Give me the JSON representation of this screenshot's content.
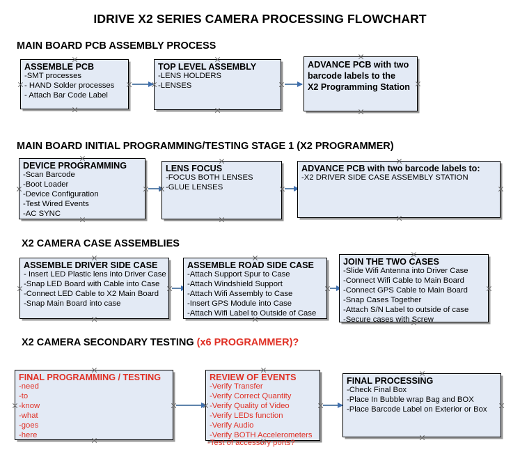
{
  "document": {
    "title": "IDRIVE X2  SERIES CAMERA PROCESSING FLOWCHART"
  },
  "colors": {
    "box_fill": "#e3eaf5",
    "box_border": "#000000",
    "arrow": "#5e83ab",
    "accent_red": "#e03025",
    "text": "#000000"
  },
  "sections": [
    {
      "id": "main-board-pcb-assembly",
      "heading": "MAIN BOARD PCB ASSEMBLY PROCESS",
      "heading_accent": ""
    },
    {
      "id": "main-board-initial-programming",
      "heading": "MAIN BOARD INITIAL PROGRAMMING/TESTING STAGE 1 (X2 PROGRAMMER)",
      "heading_accent": ""
    },
    {
      "id": "x2-camera-case-assemblies",
      "heading": "X2 CAMERA CASE ASSEMBLIES",
      "heading_accent": ""
    },
    {
      "id": "x2-camera-secondary-testing",
      "heading": "X2 CAMERA SECONDARY TESTING ",
      "heading_accent": "(x6 PROGRAMMER)?"
    }
  ],
  "nodes": {
    "assemble_pcb": {
      "title": "ASSEMBLE PCB",
      "lines": [
        "-SMT processes",
        "- HAND Solder processes",
        "- Attach Bar Code Label"
      ]
    },
    "top_level_assembly": {
      "title": "TOP LEVEL ASSEMBLY",
      "lines": [
        "-LENS HOLDERS",
        "-LENSES"
      ]
    },
    "advance_pcb_station": {
      "line1": "ADVANCE PCB with two",
      "line2": "barcode labels to the",
      "line3": " X2 Programming Station"
    },
    "device_programming": {
      "title": "DEVICE PROGRAMMING",
      "lines": [
        "-Scan Barcode",
        "-Boot Loader",
        "-Device Configuration",
        "-Test Wired Events",
        "-AC SYNC"
      ]
    },
    "lens_focus": {
      "title": "LENS FOCUS",
      "lines": [
        "-FOCUS BOTH LENSES",
        "-GLUE LENSES"
      ]
    },
    "advance_pcb_driver_side": {
      "title": "ADVANCE PCB with two barcode labels to:",
      "lines": [
        "-X2 DRIVER  SIDE  CASE  ASSEMBLY STATION"
      ]
    },
    "assemble_driver_side_case": {
      "title": "ASSEMBLE DRIVER SIDE CASE",
      "lines": [
        "- Insert LED Plastic lens into Driver Case",
        "-Snap LED Board with Cable into Case",
        "-Connect LED Cable to X2 Main Board",
        "-Snap Main Board into case"
      ]
    },
    "assemble_road_side_case": {
      "title": "ASSEMBLE ROAD SIDE CASE",
      "lines": [
        "-Attach Support Spur to Case",
        "-Attach Windshield Support",
        "-Attach Wifi Assembly to Case",
        "-Insert GPS Module into Case",
        "-Attach Wifi Label to Outside of Case"
      ]
    },
    "join_the_two_cases": {
      "title": "JOIN THE TWO CASES",
      "lines": [
        "-Slide Wifi Antenna into Driver Case",
        "-Connect Wifi Cable to Main Board",
        "-Connect GPS Cable to Main Board",
        "-Snap Cases Together",
        "-Attach S/N Label to outside of case",
        "-Secure cases with Screw"
      ]
    },
    "final_programming_testing": {
      "title": "FINAL PROGRAMMING / TESTING",
      "lines": [
        "-need",
        "-to",
        "-know",
        "-what",
        "-goes",
        "-here"
      ]
    },
    "review_of_events": {
      "title": "REVIEW OF EVENTS",
      "lines": [
        "-Verify Transfer",
        "-Verify Correct Quantity",
        "-Verify Quality of Video",
        "-Verify LEDs function",
        "-Verify Audio",
        "-Verify BOTH Accelerometers"
      ],
      "overflow_line": "-Test of accessory ports?"
    },
    "final_processing": {
      "title": "FINAL PROCESSING",
      "lines": [
        " -Check Final Box",
        "-Place In Bubble wrap Bag and BOX",
        "-Place Barcode Label on Exterior or Box"
      ]
    }
  }
}
